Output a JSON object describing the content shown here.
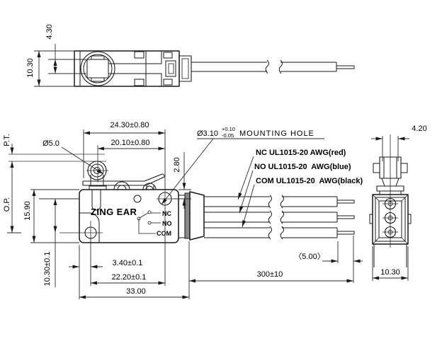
{
  "colors": {
    "line": "#1a1a1a",
    "dimension_line": "#2a2a2a",
    "background": "#ffffff",
    "cable_boot_gray": "#8a8a8a"
  },
  "top_view": {
    "dim_overall_height": "10.30",
    "dim_plunger_width": "4.30"
  },
  "front_view": {
    "brand": "ZING EAR",
    "dim_lever_length": "24.30±0.80",
    "dim_roller_to_hole": "20.10±0.80",
    "dim_roller_diameter": "Ø5.0",
    "mounting_hole_diameter": "Ø3.10",
    "mounting_hole_tol_upper": "+0.10",
    "mounting_hole_tol_lower": "-0.05",
    "mounting_hole_label": "MOUNTING HOLE",
    "dim_hole_to_top": "2.80",
    "label_pretravel": "P.T.",
    "label_operating_position": "O.P.",
    "dim_body_height": "15.90",
    "dim_hole_vertical_pitch": "10.30±0.1",
    "dim_edge_to_hole": "3.40±0.1",
    "dim_hole_horizontal_pitch": "22.20±0.1",
    "dim_overall_length": "33.00",
    "dim_lead_length": "300±10",
    "dim_strip_length": "〈5.00〉",
    "terminal_nc": "NC",
    "terminal_no": "NO",
    "terminal_com": "COM"
  },
  "wires": [
    {
      "label": "NC UL1015-20 AWG(red)"
    },
    {
      "label": "NO UL1015-20  AWG(blue)"
    },
    {
      "label": "COM UL1015-20  AWG(black)"
    }
  ],
  "side_view": {
    "dim_roller_width": "4.20",
    "dim_body_width": "10.30"
  }
}
